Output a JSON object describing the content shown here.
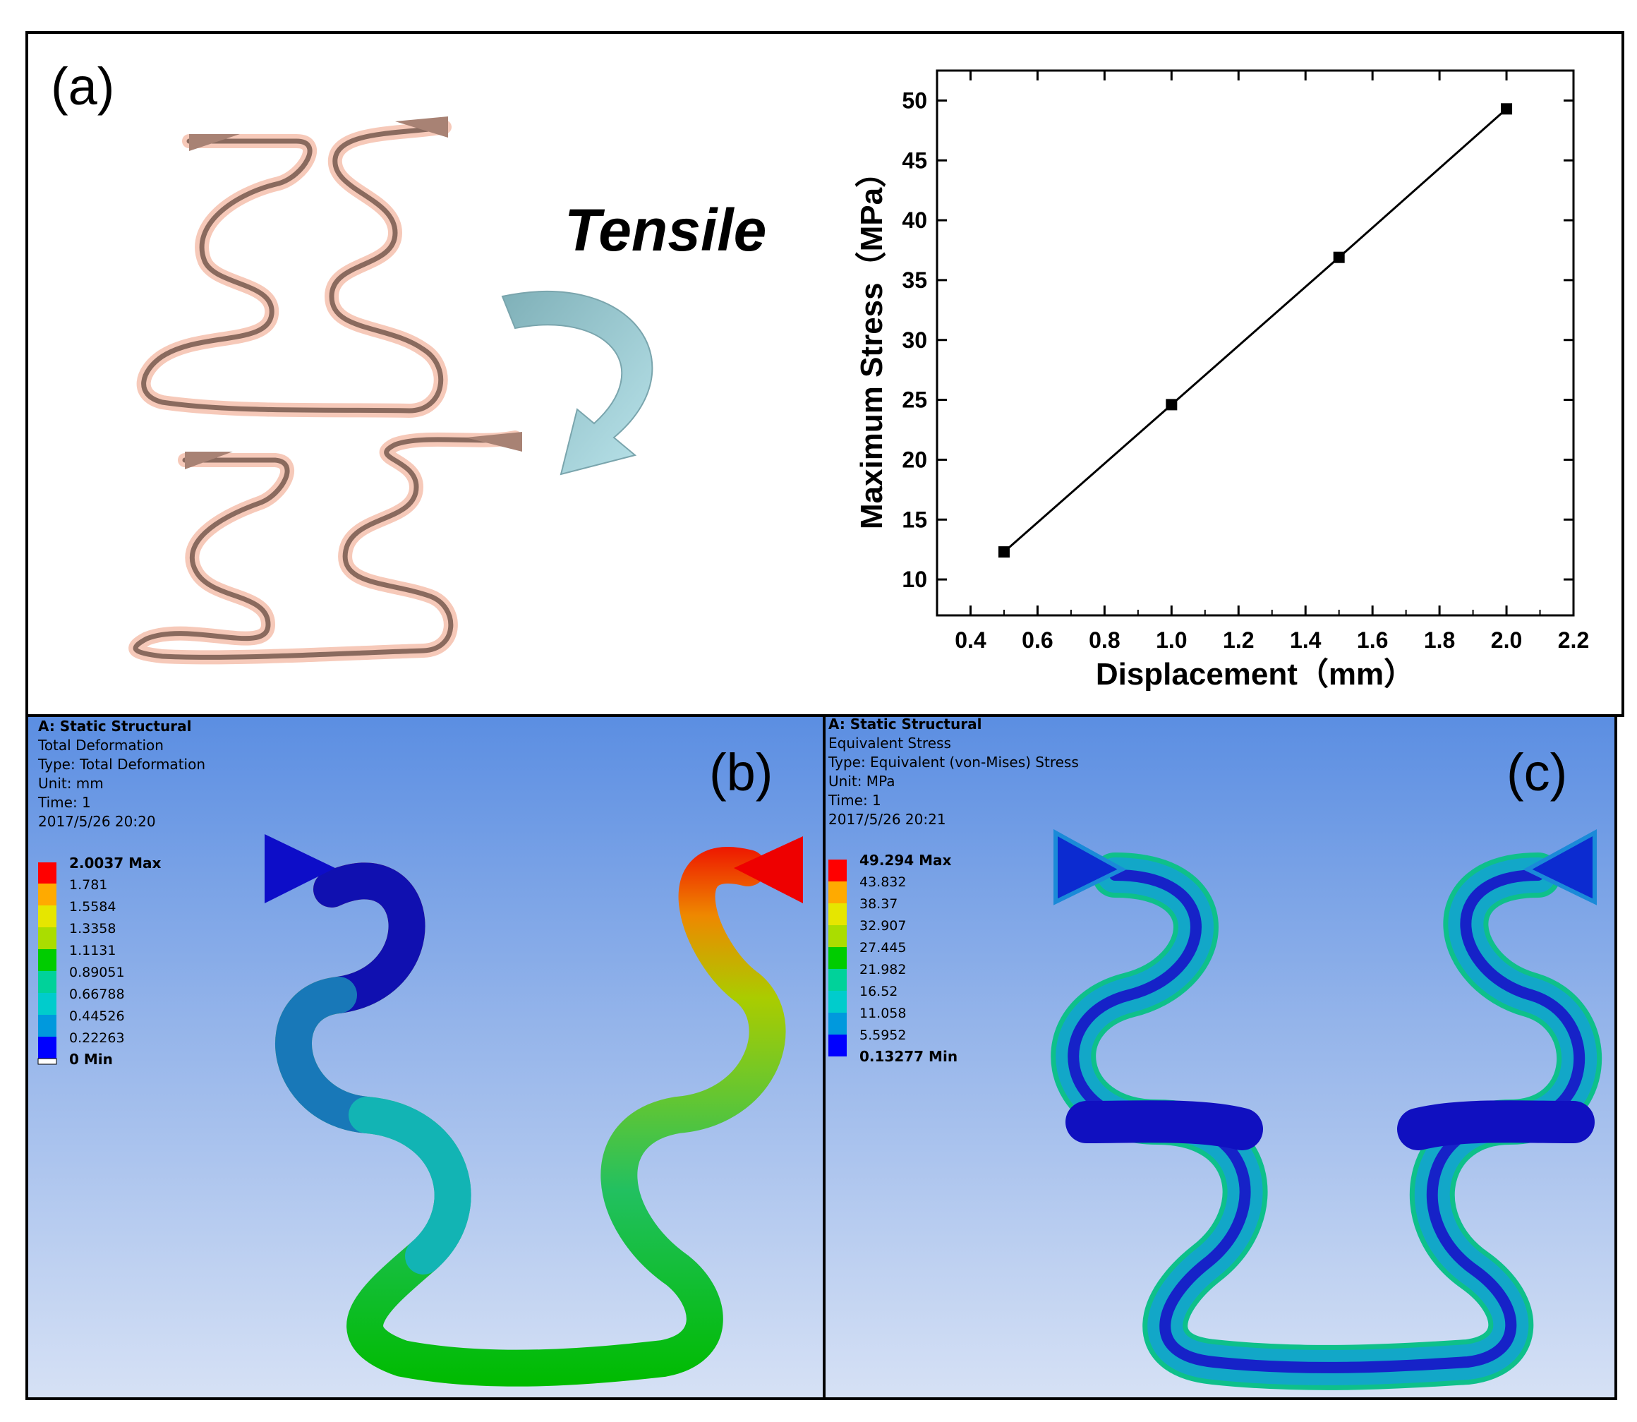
{
  "panel_a": {
    "label": "(a)",
    "tensile_text": "Tensile"
  },
  "chart_data": {
    "type": "line",
    "title": "",
    "xlabel": "Displacement（mm）",
    "ylabel": "Maximum Stress（MPa）",
    "xlim": [
      0.3,
      2.2
    ],
    "ylim": [
      7,
      52.5
    ],
    "xticks": [
      "0.4",
      "0.6",
      "0.8",
      "1.0",
      "1.2",
      "1.4",
      "1.6",
      "1.8",
      "2.0",
      "2.2"
    ],
    "yticks": [
      "10",
      "15",
      "20",
      "25",
      "30",
      "35",
      "40",
      "45",
      "50"
    ],
    "series": [
      {
        "x": [
          0.5,
          1.0,
          1.5,
          2.0
        ],
        "values": [
          12.3,
          24.6,
          36.9,
          49.3
        ]
      }
    ],
    "grid": false,
    "marker": "square"
  },
  "panel_b": {
    "label": "(b)",
    "info": [
      "A: Static Structural",
      "Total Deformation",
      "Type: Total Deformation",
      "Unit: mm",
      "Time: 1",
      "2017/5/26 20:20"
    ],
    "legend_max": "2.0037 Max",
    "legend_values": [
      "1.781",
      "1.5584",
      "1.3358",
      "1.1131",
      "0.89051",
      "0.66788",
      "0.44526",
      "0.22263"
    ],
    "legend_min": "0 Min"
  },
  "panel_c": {
    "label": "(c)",
    "info": [
      "A: Static Structural",
      "Equivalent Stress",
      "Type: Equivalent (von-Mises) Stress",
      "Unit: MPa",
      "Time: 1",
      "2017/5/26 20:21"
    ],
    "legend_max": "49.294 Max",
    "legend_values": [
      "43.832",
      "38.37",
      "32.907",
      "27.445",
      "21.982",
      "16.52",
      "11.058",
      "5.5952"
    ],
    "legend_min": "0.13277 Min"
  },
  "colors": {
    "legend": [
      "#ff0000",
      "#ffaa00",
      "#e6e600",
      "#aadd00",
      "#00cc00",
      "#00d29a",
      "#00cccc",
      "#0099dd",
      "#0000ff"
    ],
    "copper": "#b58870",
    "arrow": "#8fc4cc"
  }
}
